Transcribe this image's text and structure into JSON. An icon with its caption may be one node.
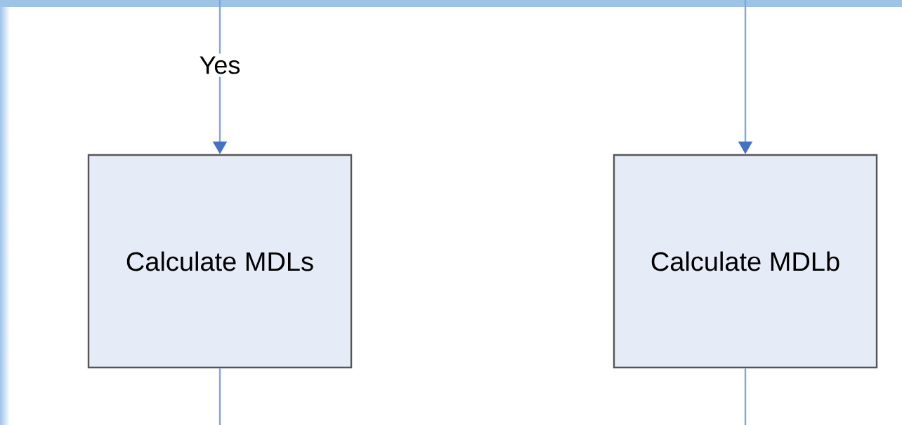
{
  "diagram": {
    "nodes": [
      {
        "text": [
          "Calculate MDLs"
        ]
      },
      {
        "text": [
          "Calculate MDLb"
        ]
      }
    ],
    "edges": [
      {
        "from": null,
        "to": 0,
        "arrow": "to",
        "label": "Yes"
      },
      {
        "from": null,
        "to": 1,
        "arrow": "to"
      },
      {
        "from": 0,
        "to": null,
        "arrow": "none"
      },
      {
        "from": 1,
        "to": null,
        "arrow": "none"
      }
    ]
  }
}
